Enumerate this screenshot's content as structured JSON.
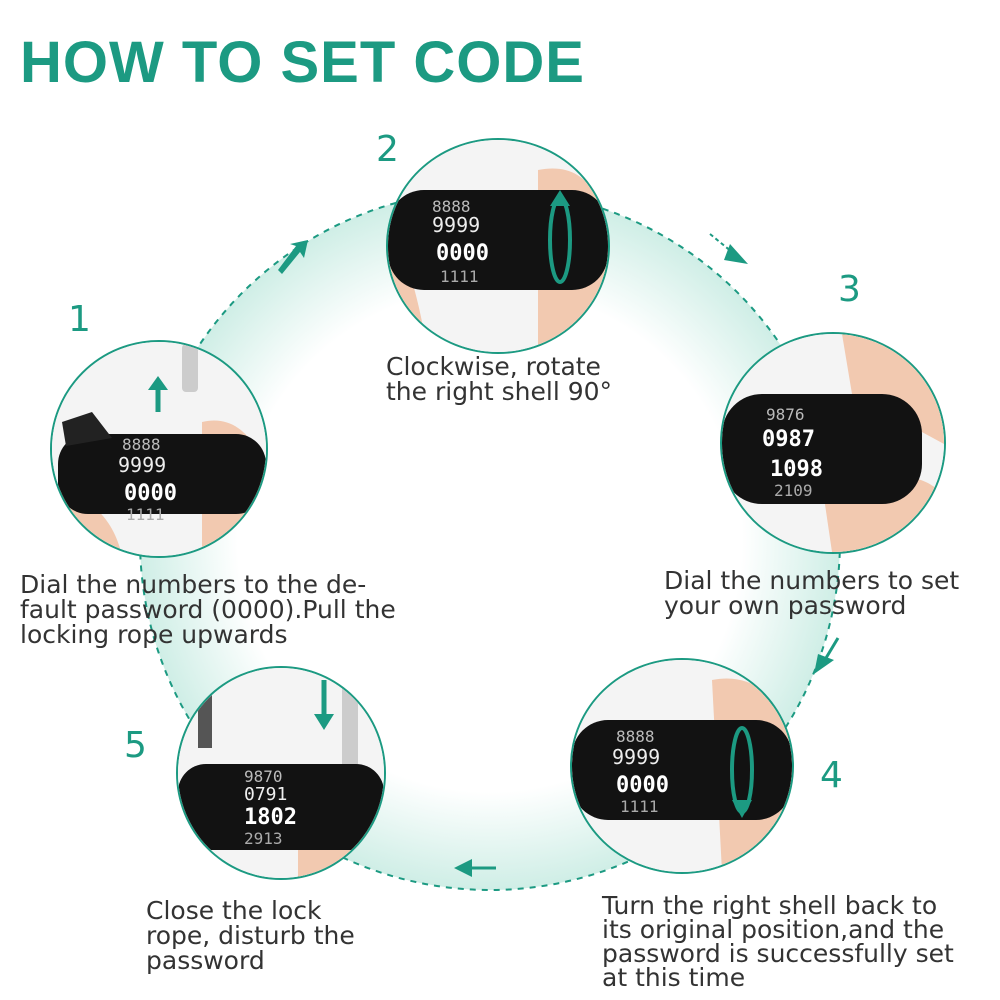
{
  "title": "HOW TO SET CODE",
  "colors": {
    "accent": "#1c9a82",
    "text": "#333333",
    "glow": "#cfeee6"
  },
  "steps": [
    {
      "number": "1",
      "caption_lines": [
        "Dial the numbers to the de-",
        "fault password (0000).Pull the",
        "locking rope upwards"
      ],
      "wheel_rows": [
        "8888",
        "9999",
        "0000",
        "1111"
      ],
      "icon": "arrow-up-icon"
    },
    {
      "number": "2",
      "caption_lines": [
        "Clockwise, rotate",
        "the right shell 90°"
      ],
      "wheel_rows": [
        "8888",
        "9999",
        "0000",
        "1111"
      ],
      "icon": "rotate-arrow-icon"
    },
    {
      "number": "3",
      "caption_lines": [
        "Dial the numbers to set",
        "your own password"
      ],
      "wheel_rows": [
        "9876",
        "0987",
        "1098",
        "2109"
      ],
      "icon": "finger-icon"
    },
    {
      "number": "4",
      "caption_lines": [
        "Turn the right shell back to",
        "its original position,and the",
        "password is successfully set",
        "at this time"
      ],
      "wheel_rows": [
        "8888",
        "9999",
        "0000",
        "1111"
      ],
      "icon": "rotate-back-arrow-icon"
    },
    {
      "number": "5",
      "caption_lines": [
        "Close the lock",
        "rope, disturb the",
        "password"
      ],
      "wheel_rows": [
        "9870",
        "0791",
        "1802",
        "2913"
      ],
      "icon": "arrow-down-icon"
    }
  ]
}
